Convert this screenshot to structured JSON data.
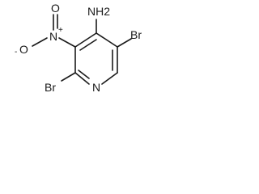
{
  "molecule": {
    "atoms": {
      "amine": "NH2",
      "nitro_n": "N",
      "nitro_n_charge": "+",
      "nitro_o_top": "O",
      "nitro_o_left": "O",
      "nitro_o_charge": "-",
      "ring_n": "N",
      "br_right": "Br",
      "br_bottom": "Br"
    }
  }
}
